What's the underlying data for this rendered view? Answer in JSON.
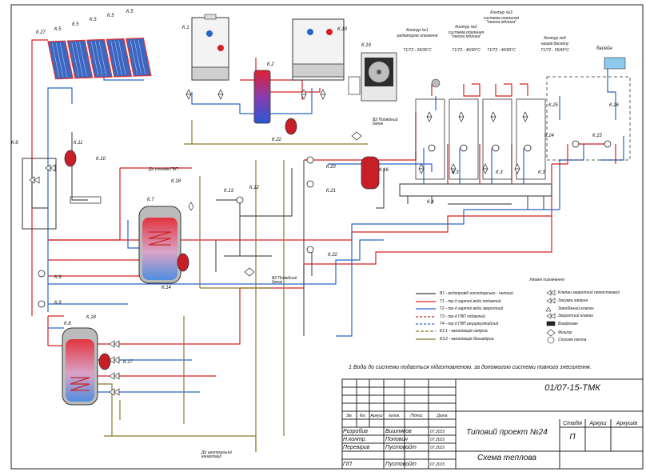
{
  "components": {
    "k1": "К.1",
    "k2": "К.2",
    "k3": "К.3",
    "k4": "К.4",
    "k5": "К.5",
    "k6": "К.6",
    "k7": "К.7",
    "k8": "К.8",
    "k9": "К.9",
    "k10": "К.10",
    "k11": "К.11",
    "k12": "К.12",
    "k13": "К.13",
    "k14": "К.14",
    "k15": "К.15",
    "k16": "К.16",
    "k17": "К.17",
    "k18": "К.18",
    "k19": "К.19",
    "k20": "К.20",
    "k21": "К.21",
    "k22": "К.22",
    "k23": "К.23",
    "k24": "К.24",
    "k25": "К.25",
    "k26": "К.26",
    "k27": "К.27"
  },
  "circuits": {
    "c1_title": "Контур №1",
    "c1_sub": "радіаторне опалення",
    "c1_temp": "Т1/Т2 - 55/35°С",
    "c2_title": "Контур №2",
    "c2_sub": "система опалення \"тепла підлога\"",
    "c2_temp": "Т1/Т2 - 40/30°С",
    "c3_title": "Контур №3",
    "c3_sub": "система опалення \"тепла підлога\"",
    "c3_temp": "Т1/Т2 - 40/30°С",
    "c4_title": "Контур №4",
    "c4_sub": "нагрів басейну",
    "c4_temp": "Т1/Т2 - 55/45°С",
    "pool": "басейн"
  },
  "annotations": {
    "drain_top": "В2 Подвійний бачок",
    "drain_mid": "В2 Подвійний бачок",
    "dhw": "До стояків ГВП",
    "sewer": "До центральної каналізації"
  },
  "legend": {
    "title": "Умовні позначення",
    "lines": [
      {
        "code": "В1",
        "text": "В1 - водопровід господарсько - питний",
        "color": "#3a3a3a"
      },
      {
        "code": "Т1",
        "text": "Т1 - тр-д гарячої води подаючий",
        "color": "#d42020"
      },
      {
        "code": "Т2",
        "text": "Т2 - тр-д гарячої води зворотний",
        "color": "#2a63c8"
      },
      {
        "code": "Т3",
        "text": "Т3 - тр-д ГВП подаючий",
        "color": "#d42020"
      },
      {
        "code": "Т4",
        "text": "Т4 - тр-д ГВП рециркуляційний",
        "color": "#2a63c8"
      },
      {
        "code": "К3.1",
        "text": "К3.1 - каналізація напірна",
        "color": "#8a7a30"
      },
      {
        "code": "К3.2",
        "text": "К3.2 - каналізація безнапірна",
        "color": "#8a7a30"
      }
    ],
    "symbols": [
      "Клапан зворотний пелюстковий",
      "Засувка запірна",
      "Запобіжний клапан",
      "Зворотний клапан",
      "Вимірювач",
      "Фільтр",
      "Спускач тепла"
    ]
  },
  "note": "1 Вода до системи подається підготовленою, за допомогою системи повного знесолення.",
  "title_block": {
    "doc_code": "01/07-15-ТМК",
    "project": "Типовий проект №24",
    "sheet_title": "Схема теплова",
    "stage_label": "Стадія",
    "sheet_label": "Аркуш",
    "sheets_label": "Аркушів",
    "stage": "П",
    "col_headers": [
      "Зм.",
      "Кіл.",
      "Аркуш",
      "№док.",
      "Підпис",
      "Дата"
    ],
    "rows": [
      {
        "role": "Розробив",
        "name": "Вишняков",
        "date": "07.2015"
      },
      {
        "role": "Н.контр.",
        "name": "Попович",
        "date": "07.2015"
      },
      {
        "role": "Перевірив",
        "name": "Пустовойт",
        "date": "07.2015"
      },
      {
        "role": "ГІП",
        "name": "Пустовойт",
        "date": "07.2015"
      }
    ]
  }
}
